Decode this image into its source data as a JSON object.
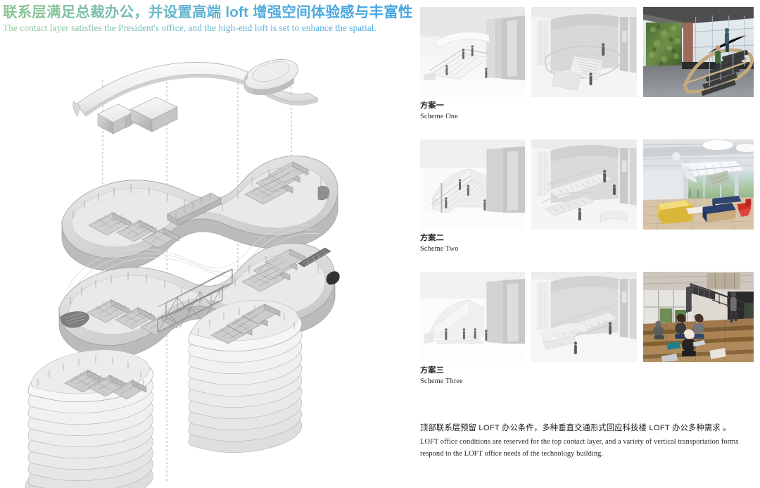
{
  "board": {
    "headline_cn": "联系层满足总裁办公，并设置高端 loft 增强空间体验感与丰富性",
    "headline_en": "The contact layer satisfies the President's office, and the high-end loft is set to enhance the spatial.",
    "headline_gradient_start": "#8cc38f",
    "headline_gradient_end": "#3fa3e2"
  },
  "diagram": {
    "name": "exploded-axonometric-massing-diagram",
    "description": "Exploded axonometric of a technology office building: a thin curved roof ribbon with two loft box volumes on top, two sinuous contact-layer floor plates with interior partitions and a steel truss bridge, and two stacked podium tower blocks below.",
    "layers": [
      {
        "id": "roof-ribbon",
        "label": "顶部曲线屋面带 / curved roof ribbon with two loft volumes"
      },
      {
        "id": "contact-layer-upper",
        "label": "上部联系层楼板 / upper contact layer floor plate"
      },
      {
        "id": "contact-layer-lower",
        "label": "下部联系层楼板含桁架 / lower contact layer with steel truss"
      },
      {
        "id": "tower-stack-left",
        "label": "左侧标准层堆叠 / left tower floor stack"
      },
      {
        "id": "tower-stack-right",
        "label": "右侧标准层堆叠 / right tower floor stack"
      }
    ],
    "guide_lines": 4,
    "palette": {
      "fill_light": "#f4f4f4",
      "fill_mid": "#dcdcdc",
      "fill_dark": "#bdbdbd",
      "edge": "#9a9a9a",
      "guide": "#8a8a8a"
    }
  },
  "schemes": [
    {
      "cn": "方案一",
      "en": "Scheme One",
      "thumbs": [
        {
          "name": "scheme-one-render-interior",
          "kind": "render",
          "alt": "Grey massing render of a spiral stair in a double-height lobby with scale figures"
        },
        {
          "name": "scheme-one-render-closeup",
          "kind": "render2",
          "alt": "Close-up grey render of the helical stair and curved balustrade"
        },
        {
          "name": "scheme-one-photo-reference",
          "kind": "photo",
          "alt": "Reference photo: curved timber-edged spiral stair against a green living wall"
        }
      ]
    },
    {
      "cn": "方案二",
      "en": "Scheme Two",
      "thumbs": [
        {
          "name": "scheme-two-render-interior",
          "kind": "render",
          "alt": "Grey massing render of a straight-run feature stair in an atrium"
        },
        {
          "name": "scheme-two-render-closeup",
          "kind": "render2",
          "alt": "Close-up grey render of the straight scissor stair and landing"
        },
        {
          "name": "scheme-two-photo-reference",
          "kind": "photo",
          "alt": "Reference photo: bright office lounge with yellow angular bench, blue banquette and red chair under a folded white stair"
        }
      ]
    },
    {
      "cn": "方案三",
      "en": "Scheme Three",
      "thumbs": [
        {
          "name": "scheme-three-render-interior",
          "kind": "render",
          "alt": "Grey massing render of stepped amphitheatre seating in the lobby"
        },
        {
          "name": "scheme-three-render-closeup",
          "kind": "render2",
          "alt": "Close-up grey render of the stepped grandstand stair"
        },
        {
          "name": "scheme-three-photo-reference",
          "kind": "photo",
          "alt": "Reference photo: people sitting with laptops on wide timber stadium steps beside a steel stair"
        }
      ]
    }
  ],
  "bottom_caption": {
    "cn": "顶部联系层预留 LOFT 办公条件，多种垂直交通形式回应科技楼 LOFT 办公多种需求 。",
    "en": "LOFT office conditions are reserved for the top contact layer, and a variety of vertical transportation forms respond to the LOFT office needs of the technology building."
  }
}
